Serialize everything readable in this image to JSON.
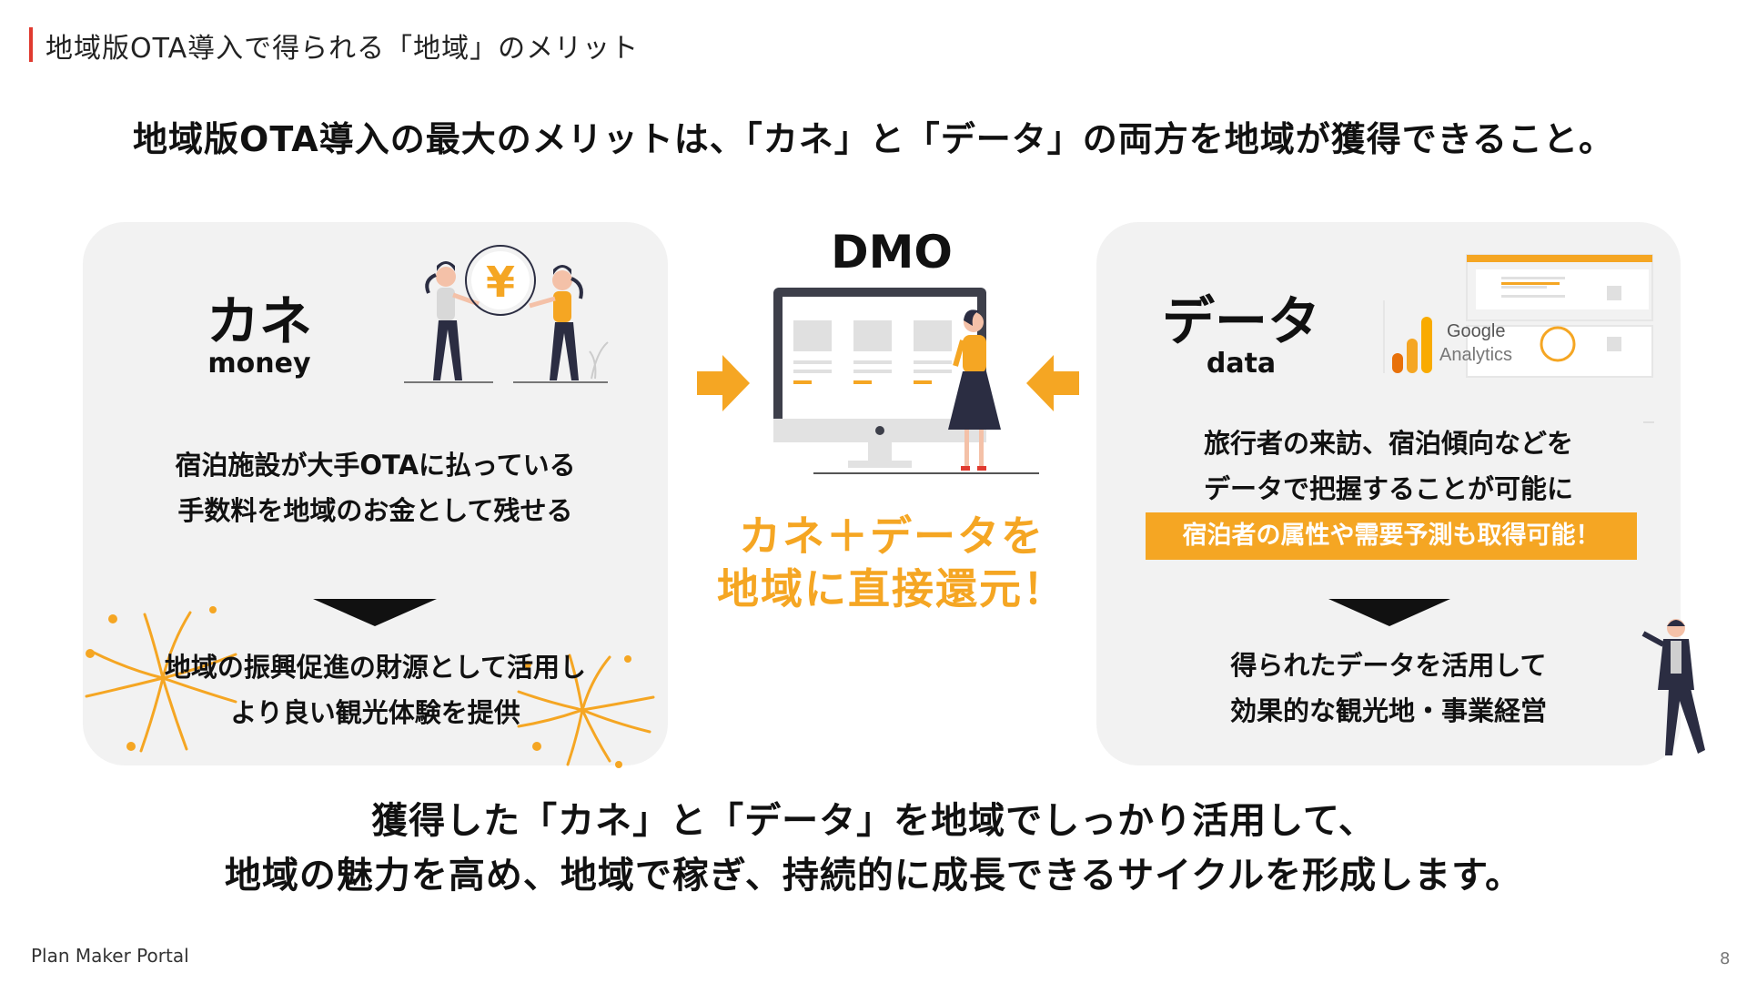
{
  "header": {
    "title": "地域版OTA導入で得られる「地域」のメリット"
  },
  "headline": "地域版OTA導入の最大のメリットは、「カネ」と「データ」の両方を地域が獲得できること。",
  "left_panel": {
    "title": "カネ",
    "subtitle": "money",
    "coin_symbol": "¥",
    "body_line1": "宿泊施設が大手OTAに払っている",
    "body_line2": "手数料を地域のお金として残せる",
    "result_line1": "地域の振興促進の財源として活用し",
    "result_line2": "より良い観光体験を提供"
  },
  "center": {
    "label": "DMO",
    "message_line1": "カネ＋データを",
    "message_line2": "地域に直接還元！"
  },
  "right_panel": {
    "title": "データ",
    "subtitle": "data",
    "ga_line1": "Google",
    "ga_line2": "Analytics",
    "body_line1": "旅行者の来訪、宿泊傾向などを",
    "body_line2": "データで把握することが可能に",
    "highlight": "宿泊者の属性や需要予測も取得可能！",
    "result_line1": "得られたデータを活用して",
    "result_line2": "効果的な観光地・事業経営"
  },
  "bottom": {
    "line1": "獲得した「カネ」と「データ」を地域でしっかり活用して、",
    "line2": "地域の魅力を高め、地域で稼ぎ、持続的に成長できるサイクルを形成します。"
  },
  "footer": {
    "brand": "Plan Maker Portal",
    "page_number": "8"
  },
  "colors": {
    "accent": "#f5a623",
    "header_bar": "#e03a2f",
    "panel_bg": "#f2f2f2",
    "text": "#111111",
    "navy": "#2b2d42"
  }
}
